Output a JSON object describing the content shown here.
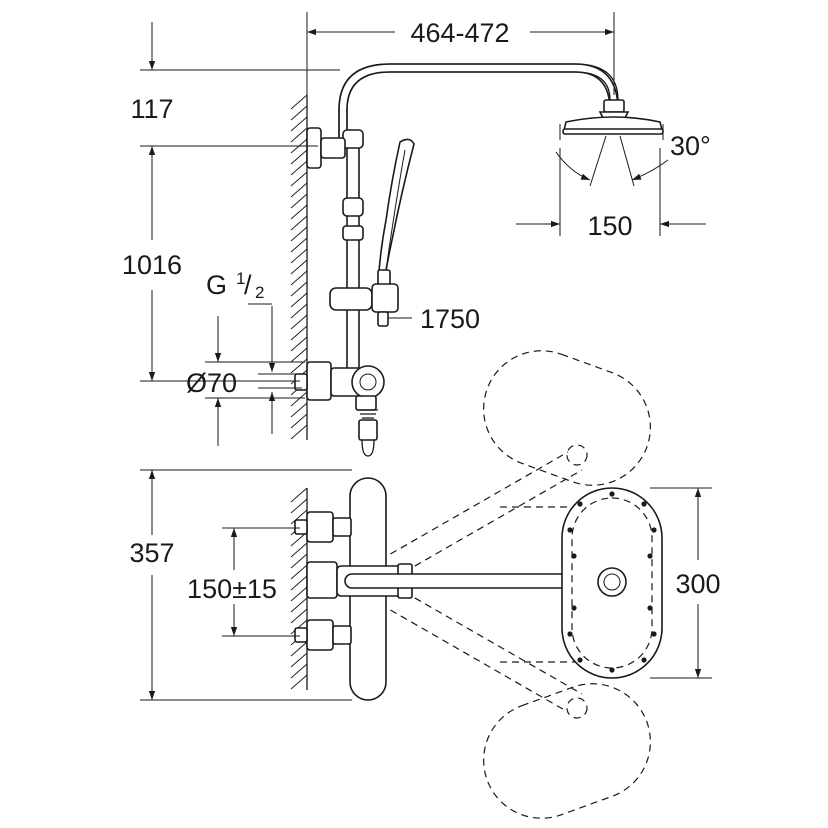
{
  "dimensions": {
    "projection": "464-472",
    "head_offset": "117",
    "rail_height": "1016",
    "thread_g": "G",
    "thread_num": "1",
    "thread_den": "2",
    "rosette_diameter": "Ø70",
    "hose_length": "1750",
    "head_angle": "30°",
    "head_diameter": "150",
    "depth": "357",
    "centres": "150±15",
    "plate_height": "300"
  }
}
